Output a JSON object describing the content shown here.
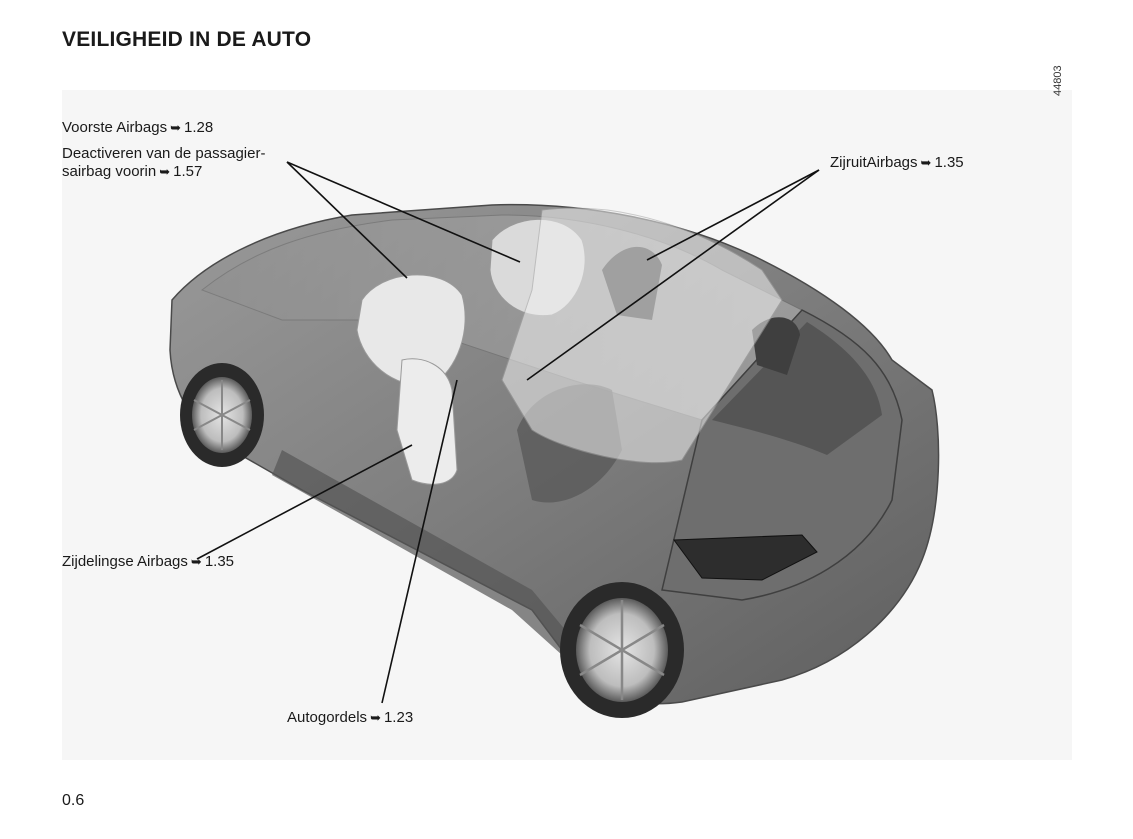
{
  "title": "VEILIGHEID IN DE AUTO",
  "figure_id": "44803",
  "arrow_glyph": "➥",
  "callouts": {
    "front_airbags": {
      "text": "Voorste Airbags",
      "ref": "1.28"
    },
    "deactivate": {
      "line1": "Deactiveren van de passagier-",
      "line2": "sairbag voorin",
      "ref": "1.57"
    },
    "curtain_airbags": {
      "text": "ZijruitAirbags",
      "ref": "1.35"
    },
    "side_airbags": {
      "text": "Zijdelingse Airbags",
      "ref": "1.35"
    },
    "seatbelts": {
      "text": "Autogordels",
      "ref": "1.23"
    }
  },
  "page_number": "0.6"
}
